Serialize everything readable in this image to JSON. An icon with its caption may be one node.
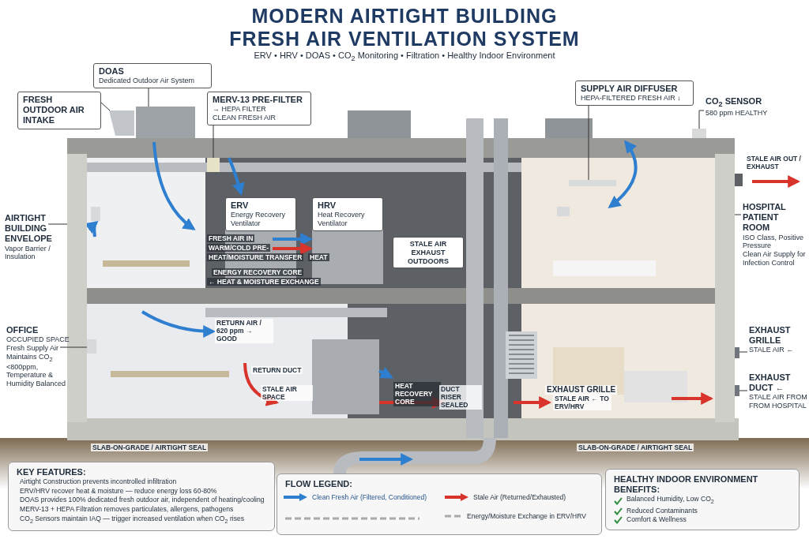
{
  "diagram": {
    "title": "MODERN AIRTIGHT BUILDING FRESH AIR VENTILATION SYSTEM",
    "nodes": [
      {
        "text": [
          "DOAS",
          "Dedicated Outdoor Air System"
        ]
      },
      {
        "text": [
          "FRESH OUTDOOR AIR INTAKE"
        ]
      },
      {
        "text": [
          "MERV-13 PRE-FILTER",
          "→ HEPA FILTER",
          "CLEAN FRESH AIR"
        ]
      },
      {
        "text": [
          "SUPPLY AIR DIFFUSER",
          "HEPA-FILTERED FRESH AIR ↓"
        ]
      },
      {
        "text": [
          "CO$_{2}$ SENSOR",
          "580 ppm HEALTHY"
        ]
      },
      {
        "text": [
          "AIRTIGHT BUILDING ENVELOPE",
          "Vapor Barrier / Insulation"
        ]
      },
      {
        "text": [
          "ERV",
          "Energy Recovery Ventilator"
        ]
      },
      {
        "text": [
          "HRV",
          "Heat Recovery Ventilator"
        ]
      },
      {
        "text": [
          "STALE AIR EXHAUST",
          "OUTDOORS"
        ]
      },
      {
        "text": [
          "HOSPITAL PATIENT ROOM",
          "ISO Class, Positive Pressure",
          "Clean Air Supply for Infection Control"
        ]
      },
      {
        "text": [
          "OFFICE",
          "OCCUPIED SPACE",
          "Fresh Supply Air Maintains CO$_{2}$ <800ppm, Temperature & Humidity Balanced"
        ]
      },
      {
        "text": [
          "EXHAUST GRILLE",
          "STALE AIR ←"
        ]
      },
      {
        "text": [
          "EXHAUST DUCT ←",
          "STALE AIR FROM FROM HOSPITAL"
        ]
      },
      {
        "text": [
          "KEY FEATURES:",
          "Airtight Construction prevents incontrolled infiltration",
          "ERV/HRV recover heat & moisture — reduce energy loss 60-80%",
          "DOAS provides 100% dedicated fresh outdoor air, independent of heating/cooling",
          "MERV-13 + HEPA Filtration removes particulates, allergens, pathogens",
          "CO$_{2}$ Sensors maintain IAQ — trigger increased ventilation when CO$_{2}$ rises"
        ]
      },
      {
        "text": [
          "FLOW LEGEND:"
        ]
      },
      {
        "text": [
          "HEALTHY INDOOR ENVIRONMENT BENEFITS:",
          "Balanced Humidity, Low CO$_{2}$",
          "Reduced Contaminants",
          "Comfort & Wellness"
        ]
      },
      {
        "text": [],
        "shape": "box"
      },
      {
        "text": [],
        "shape": "box"
      },
      {
        "text": [],
        "shape": "box"
      },
      {
        "text": [],
        "shape": "box"
      },
      {
        "text": [],
        "shape": "box"
      },
      {
        "text": [],
        "shape": "box"
      },
      {
        "text": [],
        "shape": "box"
      },
      {
        "text": [],
        "shape": "box"
      },
      {
        "text": [],
        "shape": "box"
      },
      {
        "text": [],
        "shape": "box"
      }
    ],
    "edges": [
      {
        "from": 0,
        "to": 16,
        "arrow": "none"
      },
      {
        "from": 1,
        "to": 17,
        "arrow": "none"
      },
      {
        "from": 2,
        "to": 18,
        "arrow": "none"
      },
      {
        "from": 3,
        "to": 19,
        "arrow": "none"
      },
      {
        "from": 4,
        "to": 20,
        "arrow": "none"
      },
      {
        "from": 5,
        "to": 21,
        "arrow": "none"
      },
      {
        "from": 9,
        "to": 22,
        "arrow": "none"
      },
      {
        "from": 10,
        "to": 23,
        "arrow": "none"
      },
      {
        "from": 11,
        "to": 24,
        "arrow": "none"
      },
      {
        "from": 12,
        "to": 25,
        "arrow": "none"
      }
    ],
    "labels": [
      "ERV • HRV • DOAS • CO$_{2}$ Monitoring • Filtration • Healthy Indoor Environment",
      "STALE AIR OUT / EXHAUST",
      "FRESH AIR IN",
      "WARM/COLD PRE-",
      "HEAT/MOISTURE TRANSFER",
      "HEAT",
      "ENERGY RECOVERY CORE",
      "← HEAT & MOISTURE EXCHANGE",
      "RETURN AIR / 620 ppm → GOOD",
      "RETURN DUCT",
      "STALE AIR SPACE",
      "HEAT RECOVERY CORE",
      "DUCT RISER SEALED",
      "EXHAUST GRILLE",
      "STALE AIR ← TO ERV/HRV",
      "SLAB-ON-GRADE / AIRTIGHT SEAL",
      "SLAB-ON-GRADE / AIRTIGHT SEAL"
    ],
    "legend": [
      {
        "text": "Clean Fresh Air (Filtered, Conditioned)"
      },
      {
        "text": "Stale Air (Returned/Exhausted)"
      },
      {
        "text": "Energy/Moisture Exchange in ERV/HRV"
      }
    ]
  }
}
